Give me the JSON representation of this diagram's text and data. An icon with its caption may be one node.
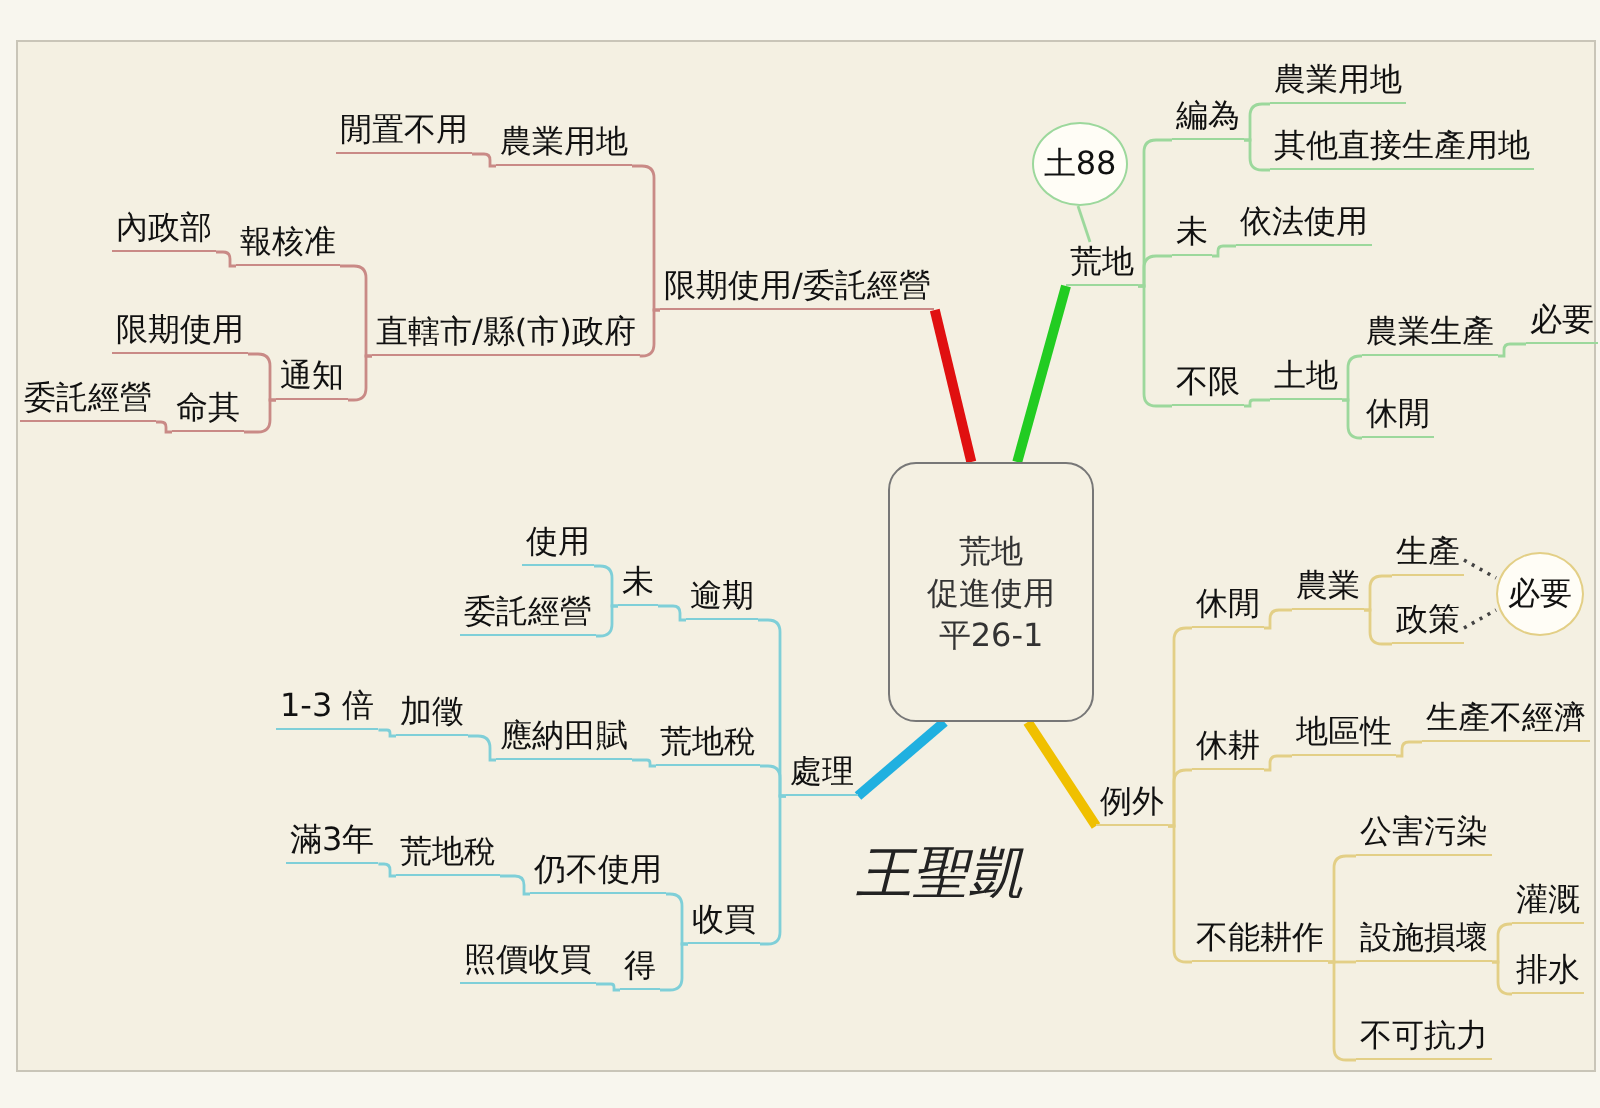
{
  "diagram": {
    "nodes": [
      {
        "text": [
          "荒地",
          "促進使用",
          "平26-1"
        ]
      },
      {
        "text": [
          "限期使用/委託經營"
        ]
      },
      {
        "text": [
          "農業用地"
        ]
      },
      {
        "text": [
          "閒置不用"
        ]
      },
      {
        "text": [
          "直轄市/縣(市)政府"
        ]
      },
      {
        "text": [
          "報核准"
        ]
      },
      {
        "text": [
          "內政部"
        ]
      },
      {
        "text": [
          "通知"
        ]
      },
      {
        "text": [
          "限期使用"
        ]
      },
      {
        "text": [
          "命其"
        ]
      },
      {
        "text": [
          "委託經營"
        ]
      },
      {
        "text": [
          "荒地"
        ]
      },
      {
        "text": [
          "土88"
        ]
      },
      {
        "text": [
          "編為"
        ]
      },
      {
        "text": [
          "農業用地"
        ]
      },
      {
        "text": [
          "其他直接生產用地"
        ]
      },
      {
        "text": [
          "未"
        ]
      },
      {
        "text": [
          "依法使用"
        ]
      },
      {
        "text": [
          "不限"
        ]
      },
      {
        "text": [
          "土地"
        ]
      },
      {
        "text": [
          "農業生產"
        ]
      },
      {
        "text": [
          "必要"
        ]
      },
      {
        "text": [
          "休閒"
        ]
      },
      {
        "text": [
          "處理"
        ]
      },
      {
        "text": [
          "逾期"
        ]
      },
      {
        "text": [
          "未"
        ]
      },
      {
        "text": [
          "使用"
        ]
      },
      {
        "text": [
          "委託經營"
        ]
      },
      {
        "text": [
          "荒地稅"
        ]
      },
      {
        "text": [
          "應納田賦"
        ]
      },
      {
        "text": [
          "加徵"
        ]
      },
      {
        "text": [
          "1-3 倍"
        ]
      },
      {
        "text": [
          "收買"
        ]
      },
      {
        "text": [
          "仍不使用"
        ]
      },
      {
        "text": [
          "荒地稅"
        ]
      },
      {
        "text": [
          "滿3年"
        ]
      },
      {
        "text": [
          "得"
        ]
      },
      {
        "text": [
          "照價收買"
        ]
      },
      {
        "text": [
          "例外"
        ]
      },
      {
        "text": [
          "休閒"
        ]
      },
      {
        "text": [
          "農業"
        ]
      },
      {
        "text": [
          "生產"
        ]
      },
      {
        "text": [
          "政策"
        ]
      },
      {
        "text": [
          "必要"
        ]
      },
      {
        "text": [
          "休耕"
        ]
      },
      {
        "text": [
          "地區性"
        ]
      },
      {
        "text": [
          "生產不經濟"
        ]
      },
      {
        "text": [
          "不能耕作"
        ]
      },
      {
        "text": [
          "公害污染"
        ]
      },
      {
        "text": [
          "設施損壞"
        ]
      },
      {
        "text": [
          "灌溉"
        ]
      },
      {
        "text": [
          "排水"
        ]
      },
      {
        "text": [
          "不可抗力"
        ]
      }
    ],
    "edges": [
      {
        "from": 0,
        "to": 1,
        "arrow": "none",
        "style": "thick",
        "color": "#e01010"
      },
      {
        "from": 0,
        "to": 11,
        "arrow": "none",
        "style": "thick",
        "color": "#22cc22"
      },
      {
        "from": 0,
        "to": 23,
        "arrow": "none",
        "style": "thick",
        "color": "#20b0e0"
      },
      {
        "from": 0,
        "to": 38,
        "arrow": "none",
        "style": "thick",
        "color": "#f0c000"
      },
      {
        "from": 1,
        "to": 2,
        "arrow": "none",
        "color": "#c98a86"
      },
      {
        "from": 2,
        "to": 3,
        "arrow": "none",
        "color": "#c98a86"
      },
      {
        "from": 1,
        "to": 4,
        "arrow": "none",
        "color": "#c98a86"
      },
      {
        "from": 4,
        "to": 5,
        "arrow": "none",
        "color": "#c98a86"
      },
      {
        "from": 5,
        "to": 6,
        "arrow": "none",
        "color": "#c98a86"
      },
      {
        "from": 4,
        "to": 7,
        "arrow": "none",
        "color": "#c98a86"
      },
      {
        "from": 7,
        "to": 8,
        "arrow": "none",
        "color": "#c98a86"
      },
      {
        "from": 7,
        "to": 9,
        "arrow": "none",
        "color": "#c98a86"
      },
      {
        "from": 9,
        "to": 10,
        "arrow": "none",
        "color": "#c98a86"
      },
      {
        "from": 11,
        "to": 12,
        "arrow": "none",
        "color": "#9cd89c"
      },
      {
        "from": 11,
        "to": 13,
        "arrow": "none",
        "color": "#9cd89c"
      },
      {
        "from": 13,
        "to": 14,
        "arrow": "none",
        "color": "#9cd89c"
      },
      {
        "from": 13,
        "to": 15,
        "arrow": "none",
        "color": "#9cd89c"
      },
      {
        "from": 11,
        "to": 16,
        "arrow": "none",
        "color": "#9cd89c"
      },
      {
        "from": 16,
        "to": 17,
        "arrow": "none",
        "color": "#9cd89c"
      },
      {
        "from": 11,
        "to": 18,
        "arrow": "none",
        "color": "#9cd89c"
      },
      {
        "from": 18,
        "to": 19,
        "arrow": "none",
        "color": "#9cd89c"
      },
      {
        "from": 19,
        "to": 20,
        "arrow": "none",
        "color": "#9cd89c"
      },
      {
        "from": 20,
        "to": 21,
        "arrow": "none",
        "color": "#9cd89c"
      },
      {
        "from": 19,
        "to": 22,
        "arrow": "none",
        "color": "#9cd89c"
      },
      {
        "from": 23,
        "to": 24,
        "arrow": "none",
        "color": "#7fcfd8"
      },
      {
        "from": 24,
        "to": 25,
        "arrow": "none",
        "color": "#7fcfd8"
      },
      {
        "from": 25,
        "to": 26,
        "arrow": "none",
        "color": "#7fcfd8"
      },
      {
        "from": 25,
        "to": 27,
        "arrow": "none",
        "color": "#7fcfd8"
      },
      {
        "from": 23,
        "to": 28,
        "arrow": "none",
        "color": "#7fcfd8"
      },
      {
        "from": 28,
        "to": 29,
        "arrow": "none",
        "color": "#7fcfd8"
      },
      {
        "from": 29,
        "to": 30,
        "arrow": "none",
        "color": "#7fcfd8"
      },
      {
        "from": 30,
        "to": 31,
        "arrow": "none",
        "color": "#7fcfd8"
      },
      {
        "from": 23,
        "to": 32,
        "arrow": "none",
        "color": "#7fcfd8"
      },
      {
        "from": 32,
        "to": 33,
        "arrow": "none",
        "color": "#7fcfd8"
      },
      {
        "from": 33,
        "to": 34,
        "arrow": "none",
        "color": "#7fcfd8"
      },
      {
        "from": 34,
        "to": 35,
        "arrow": "none",
        "color": "#7fcfd8"
      },
      {
        "from": 32,
        "to": 36,
        "arrow": "none",
        "color": "#7fcfd8"
      },
      {
        "from": 36,
        "to": 37,
        "arrow": "none",
        "color": "#7fcfd8"
      },
      {
        "from": 38,
        "to": 39,
        "arrow": "none",
        "color": "#e3cf86"
      },
      {
        "from": 39,
        "to": 40,
        "arrow": "none",
        "color": "#e3cf86"
      },
      {
        "from": 40,
        "to": 41,
        "arrow": "none",
        "color": "#e3cf86"
      },
      {
        "from": 40,
        "to": 42,
        "arrow": "none",
        "color": "#e3cf86"
      },
      {
        "from": 41,
        "to": 43,
        "arrow": "none",
        "style": "dashed",
        "color": "#444444"
      },
      {
        "from": 42,
        "to": 43,
        "arrow": "none",
        "style": "dashed",
        "color": "#444444"
      },
      {
        "from": 38,
        "to": 44,
        "arrow": "none",
        "color": "#e3cf86"
      },
      {
        "from": 44,
        "to": 45,
        "arrow": "none",
        "color": "#e3cf86"
      },
      {
        "from": 45,
        "to": 46,
        "arrow": "none",
        "color": "#e3cf86"
      },
      {
        "from": 38,
        "to": 47,
        "arrow": "none",
        "color": "#e3cf86"
      },
      {
        "from": 47,
        "to": 48,
        "arrow": "none",
        "color": "#e3cf86"
      },
      {
        "from": 47,
        "to": 49,
        "arrow": "none",
        "color": "#e3cf86"
      },
      {
        "from": 49,
        "to": 50,
        "arrow": "none",
        "color": "#e3cf86"
      },
      {
        "from": 49,
        "to": 51,
        "arrow": "none",
        "color": "#e3cf86"
      },
      {
        "from": 47,
        "to": 52,
        "arrow": "none",
        "color": "#e3cf86"
      }
    ],
    "labels": [
      "王聖凱"
    ]
  }
}
